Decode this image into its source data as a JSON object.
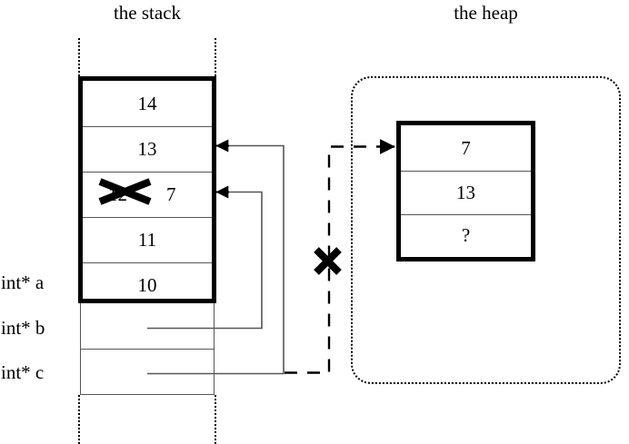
{
  "titles": {
    "stack": "the stack",
    "heap": "the heap"
  },
  "stack": {
    "frame_cells": [
      {
        "value": "14",
        "crossed_out": false
      },
      {
        "value": "13",
        "crossed_out": false
      },
      {
        "value": "12",
        "crossed_out": true,
        "new_value": "7"
      },
      {
        "value": "11",
        "crossed_out": false
      },
      {
        "value": "10",
        "crossed_out": false
      }
    ],
    "locals": [
      {
        "label": "int* a",
        "value": ""
      },
      {
        "label": "int* b",
        "value": ""
      },
      {
        "label": "int* c",
        "value": ""
      }
    ]
  },
  "heap": {
    "cells": [
      {
        "value": "7"
      },
      {
        "value": "13"
      },
      {
        "value": "?"
      }
    ]
  },
  "annotations": {
    "invalid_pointer_mark": "✕",
    "crossed_value_mark": "✕"
  },
  "colors": {
    "ink": "#000000",
    "thin_line": "#555555",
    "background": "#ffffff"
  }
}
